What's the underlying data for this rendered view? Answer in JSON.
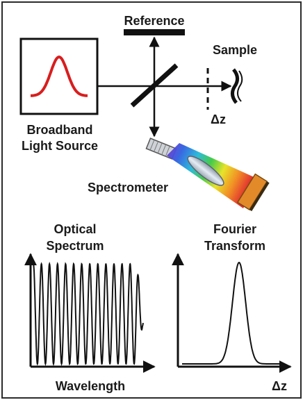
{
  "labels": {
    "reference": "Reference",
    "sample": "Sample",
    "delta_z": "Δz",
    "source_line1": "Broadband",
    "source_line2": "Light Source",
    "spectrometer": "Spectrometer",
    "optical_line1": "Optical",
    "optical_line2": "Spectrum",
    "fourier_line1": "Fourier",
    "fourier_line2": "Transform",
    "wavelength": "Wavelength",
    "delta_z_axis": "Δz"
  },
  "colors": {
    "source_curve": "#d81e1e",
    "border": "#2a2a2a",
    "grating": "#e28a2a"
  }
}
